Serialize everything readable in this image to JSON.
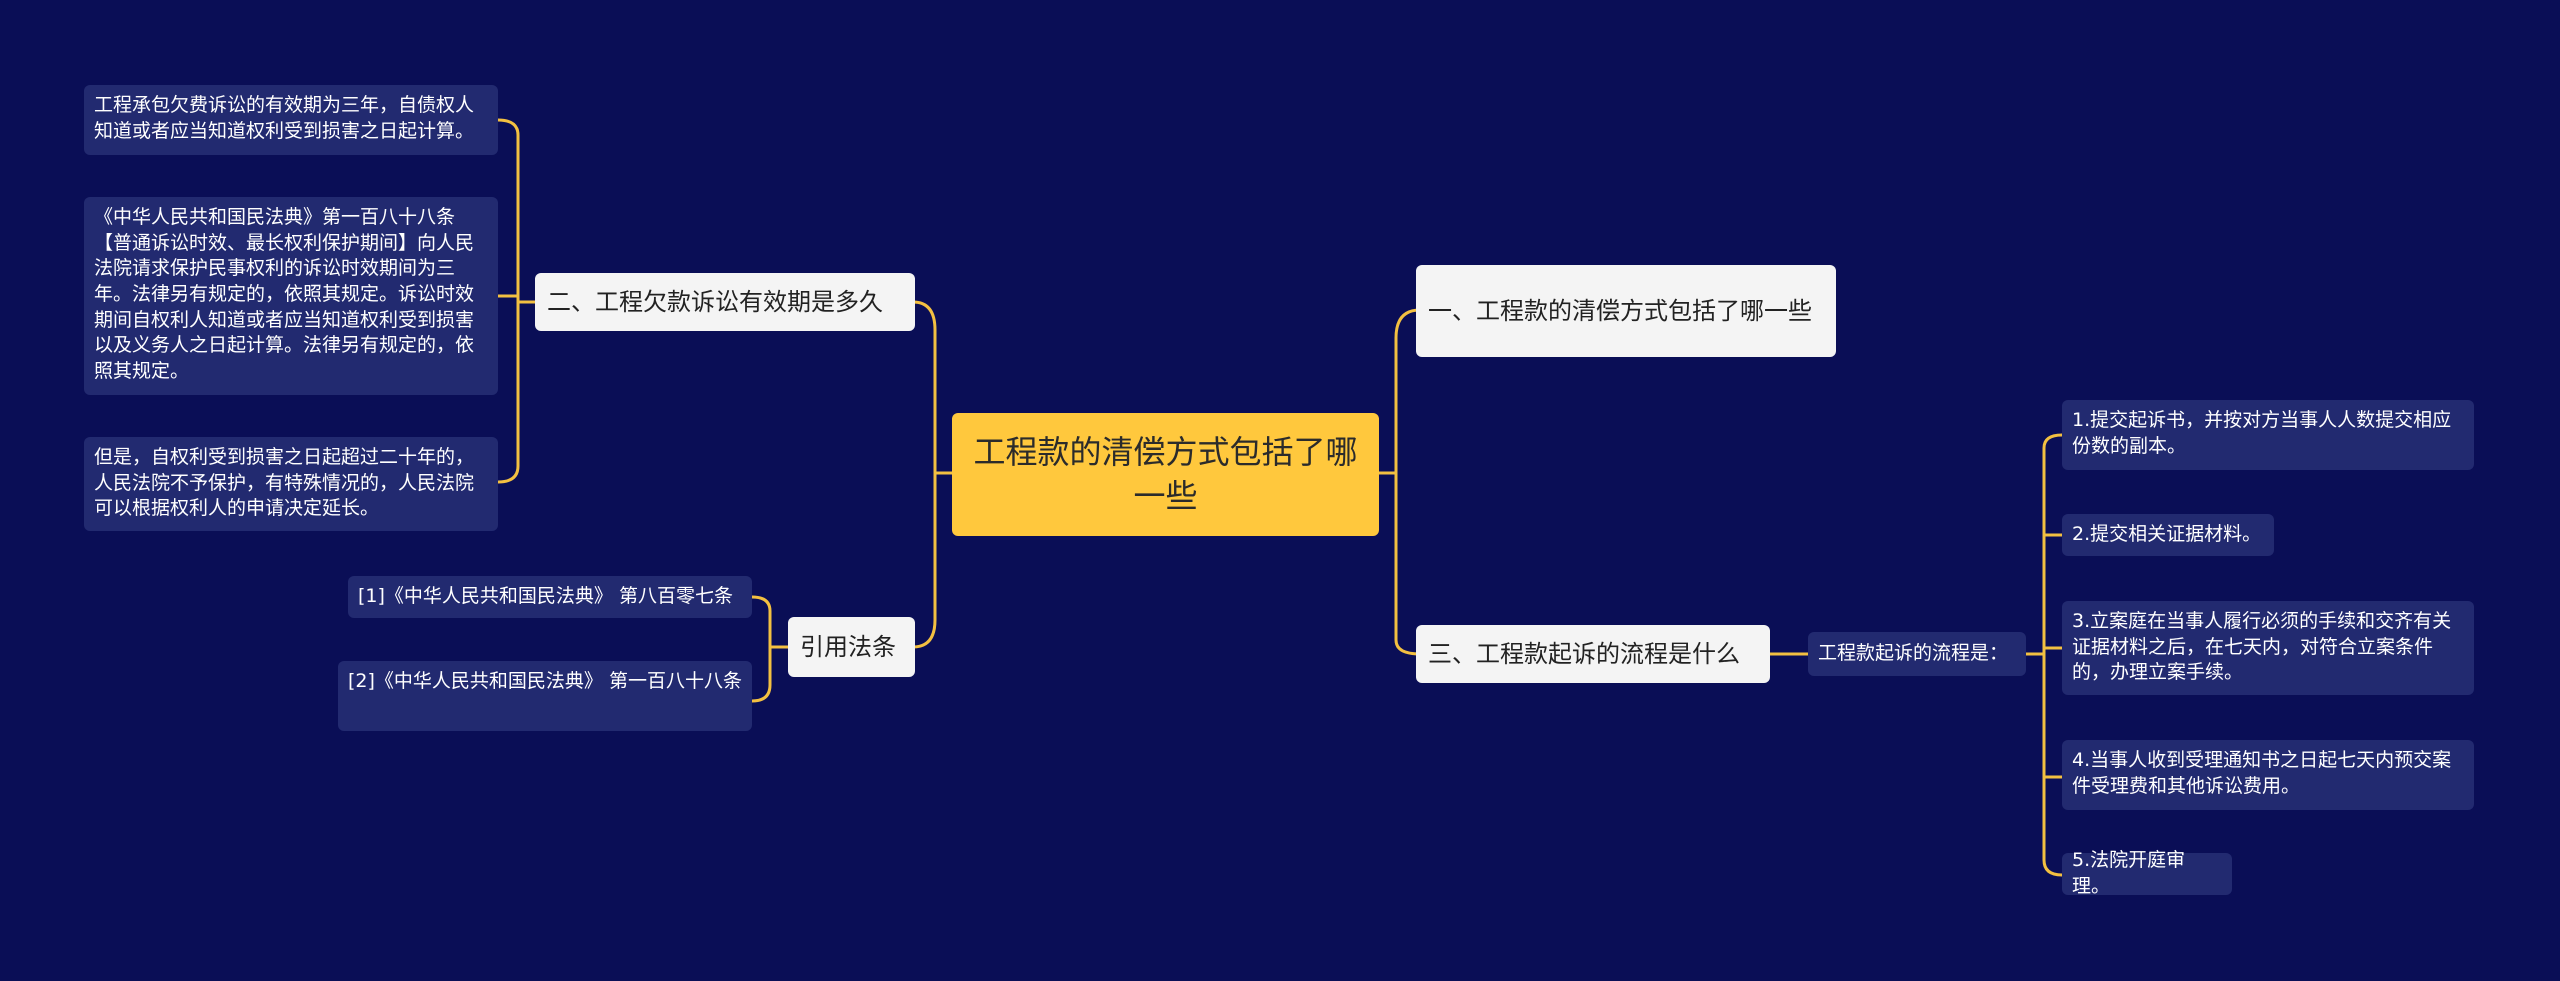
{
  "central": {
    "title": "工程款的清偿方式包括了哪一些"
  },
  "branch_repay": {
    "label": "一、工程款的清偿方式包括了哪一些"
  },
  "branch_limitation": {
    "label": "二、工程欠款诉讼有效期是多久",
    "notes": [
      "工程承包欠费诉讼的有效期为三年，自债权人知道或者应当知道权利受到损害之日起计算。",
      "《中华人民共和国民法典》第一百八十八条【普通诉讼时效、最长权利保护期间】向人民法院请求保护民事权利的诉讼时效期间为三年。法律另有规定的，依照其规定。诉讼时效期间自权利人知道或者应当知道权利受到损害以及义务人之日起计算。法律另有规定的，依照其规定。",
      "但是，自权利受到损害之日起超过二十年的，人民法院不予保护，有特殊情况的，人民法院可以根据权利人的申请决定延长。"
    ]
  },
  "branch_citations": {
    "label": "引用法条",
    "items": [
      "[1]《中华人民共和国民法典》 第八百零七条",
      "[2]《中华人民共和国民法典》 第一百八十八条"
    ]
  },
  "branch_process": {
    "label": "三、工程款起诉的流程是什么",
    "intro": "工程款起诉的流程是：",
    "steps": [
      "1.提交起诉书，并按对方当事人人数提交相应份数的副本。",
      "2.提交相关证据材料。",
      "3.立案庭在当事人履行必须的手续和交齐有关证据材料之后，在七天内，对符合立案条件的，办理立案手续。",
      "4.当事人收到受理通知书之日起七天内预交案件受理费和其他诉讼费用。",
      "5.法院开庭审理。"
    ]
  },
  "colors": {
    "background": "#0a0e56",
    "central_fill": "#ffc83d",
    "branch_fill": "#f4f4f4",
    "leaf_fill": "#222a70",
    "connector": "#f3c041"
  }
}
